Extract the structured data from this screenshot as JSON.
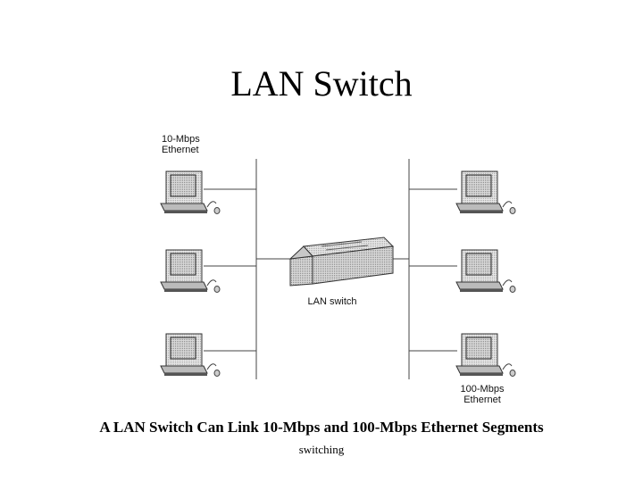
{
  "title": "LAN Switch",
  "caption": "A LAN Switch Can Link 10-Mbps and 100-Mbps Ethernet Segments",
  "footer": "switching",
  "left_segment": {
    "line1": "10-Mbps",
    "line2": "Ethernet"
  },
  "right_segment": {
    "line1": "100-Mbps",
    "line2": "Ethernet"
  },
  "switch_label": "LAN switch"
}
